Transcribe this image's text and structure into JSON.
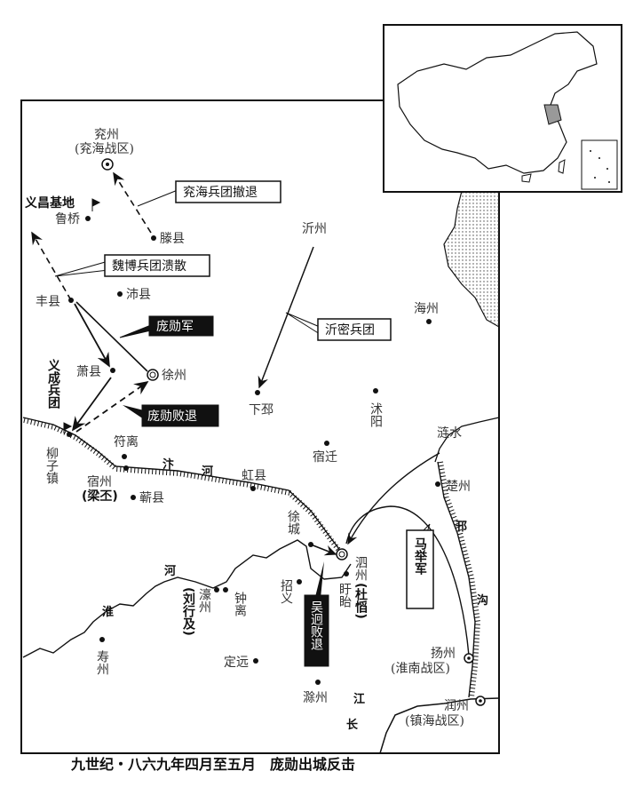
{
  "title": "九世纪・八六九年四月至五月　庞勋出城反击",
  "places": {
    "yanzhou": "兖州",
    "yanzhou_sub": "(兖海战区)",
    "luqiao": "鲁桥",
    "yichang_base": "义昌基地",
    "tengxian": "滕县",
    "yizhou": "沂州",
    "xiapi": "下邳",
    "peixian": "沛县",
    "fengxian": "丰县",
    "xiaoxian": "萧县",
    "xuzhou": "徐州",
    "yicheng_army": "义成兵团",
    "liuzizhen": "柳子镇",
    "fuli": "符离",
    "suzhou": "宿州",
    "suzhou_sub": "(梁丕)",
    "qixian": "蕲县",
    "hongxian": "虹县",
    "suqian": "宿迁",
    "shuyang": "沭阳",
    "haizhou": "海州",
    "lianshui": "涟水",
    "chuzhou": "楚州",
    "xucheng": "徐城",
    "sizhou": "泗州",
    "sizhou_sub": "(杜慆)",
    "xuyi": "盱眙",
    "zhaoyi": "招义",
    "haozhou": "濠州",
    "haozhou_sub": "(刘行及)",
    "zhongli": "钟离",
    "shouzhou": "寿州",
    "dingyuan": "定远",
    "chuzhou2": "滁州",
    "yangzhou": "扬州",
    "yangzhou_sub": "(淮南战区)",
    "runzhou": "润州",
    "runzhou_sub": "(镇海战区)"
  },
  "rivers": {
    "bian_1": "汴",
    "bian_2": "河",
    "huai_1": "淮",
    "huai_2": "河",
    "han_1": "邗",
    "han_2": "沟",
    "jiang_1": "江",
    "jiang_2": "长"
  },
  "callouts": {
    "yanhai_retreat": "兖海兵团撤退",
    "weibo_rout": "魏博兵团溃散",
    "pangxun_army": "庞勋军",
    "yimi_army": "沂密兵团",
    "pangxun_retreat": "庞勋败退",
    "majü_army": "马举军",
    "wujiong_retreat": "吴迥败退"
  },
  "colors": {
    "ink": "#111111",
    "label": "#333333",
    "highlight": "#999999"
  }
}
